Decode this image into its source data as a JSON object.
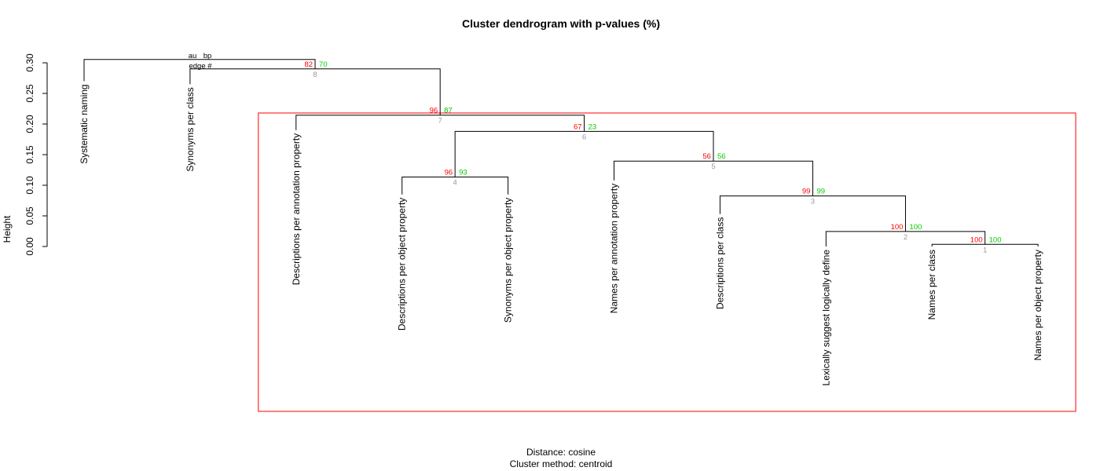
{
  "chart_data": {
    "type": "dendrogram",
    "title": "Cluster dendrogram with p-values (%)",
    "ylabel": "Height",
    "ylim": [
      0,
      0.3
    ],
    "yticks": [
      0.0,
      0.05,
      0.1,
      0.15,
      0.2,
      0.25,
      0.3
    ],
    "ytick_labels": [
      "0.00",
      "0.05",
      "0.10",
      "0.15",
      "0.20",
      "0.25",
      "0.30"
    ],
    "distance_text": "Distance: cosine",
    "method_text": "Cluster method: centroid",
    "legend": {
      "au": "au",
      "bp": "bp",
      "edge": "edge #"
    },
    "colors": {
      "au": "#ff0000",
      "bp": "#00cc00",
      "edge": "#999999",
      "highlight": "#ff0000",
      "line": "#000000"
    },
    "leaves": [
      {
        "label": "Systematic naming",
        "top": 0.27
      },
      {
        "label": "Synonyms per class",
        "top": 0.265
      },
      {
        "label": "Descriptions per annotation property",
        "top": 0.19
      },
      {
        "label": "Descriptions per object property",
        "top": 0.085
      },
      {
        "label": "Synonyms per object property",
        "top": 0.085
      },
      {
        "label": "Names per annotation property",
        "top": 0.108
      },
      {
        "label": "Descriptions per class",
        "top": 0.053
      },
      {
        "label": "Lexically suggest logically define",
        "top": 0.0
      },
      {
        "label": "Names per class",
        "top": 0.0
      },
      {
        "label": "Names per object property",
        "top": 0.0
      }
    ],
    "merges": [
      {
        "edge": "1",
        "left": "L9",
        "right": "L10",
        "height": 0.0035,
        "au": "100",
        "bp": "100"
      },
      {
        "edge": "2",
        "left": "L8",
        "right": "M1",
        "height": 0.0245,
        "au": "100",
        "bp": "100"
      },
      {
        "edge": "3",
        "left": "L7",
        "right": "M2",
        "height": 0.0825,
        "au": "99",
        "bp": "99"
      },
      {
        "edge": "4",
        "left": "L4",
        "right": "L5",
        "height": 0.1135,
        "au": "96",
        "bp": "93"
      },
      {
        "edge": "5",
        "left": "L6",
        "right": "M3",
        "height": 0.1395,
        "au": "56",
        "bp": "56"
      },
      {
        "edge": "6",
        "left": "M4",
        "right": "M5",
        "height": 0.188,
        "au": "67",
        "bp": "23"
      },
      {
        "edge": "7",
        "left": "L3",
        "right": "M6",
        "height": 0.2145,
        "au": "96",
        "bp": "87"
      },
      {
        "edge": "8",
        "left": "L2",
        "right": "M7",
        "height": 0.29,
        "au": "82",
        "bp": "70"
      },
      {
        "edge": "",
        "left": "L1",
        "right": "M8",
        "height": 0.3055,
        "au": "",
        "bp": ""
      }
    ],
    "highlight_clusters": [
      [
        "L3",
        "L10"
      ]
    ]
  }
}
